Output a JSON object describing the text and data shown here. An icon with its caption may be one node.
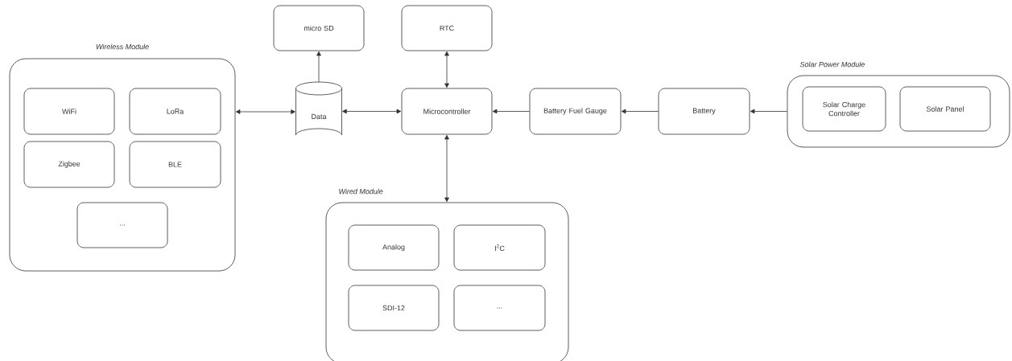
{
  "diagram": {
    "nodes": [
      {
        "text": [
          "Wireless Module"
        ]
      },
      {
        "text": [
          "WiFi"
        ],
        "in": 0
      },
      {
        "text": [
          "LoRa"
        ],
        "in": 0
      },
      {
        "text": [
          "Zigbee"
        ],
        "in": 0
      },
      {
        "text": [
          "BLE"
        ],
        "in": 0
      },
      {
        "text": [
          "..."
        ],
        "in": 0
      },
      {
        "text": [
          "micro SD"
        ]
      },
      {
        "text": [
          "RTC"
        ]
      },
      {
        "text": [
          "Data"
        ]
      },
      {
        "text": [
          "Microcontroller"
        ]
      },
      {
        "text": [
          "Battery Fuel Gauge"
        ]
      },
      {
        "text": [
          "Battery"
        ]
      },
      {
        "text": [
          "Solar Power Module"
        ]
      },
      {
        "text": [
          "Solar Charge Controller"
        ],
        "in": 12
      },
      {
        "text": [
          "Solar Panel"
        ],
        "in": 12
      },
      {
        "text": [
          "Wired Module"
        ]
      },
      {
        "text": [
          "Analog"
        ],
        "in": 15
      },
      {
        "text": [
          "I$^{2}$C"
        ],
        "in": 15
      },
      {
        "text": [
          "SDI-12"
        ],
        "in": 15
      },
      {
        "text": [
          "..."
        ],
        "in": 15
      }
    ],
    "edges": [
      {
        "from": 0,
        "to": 8,
        "arrow": "both"
      },
      {
        "from": 8,
        "to": 6,
        "arrow": "to"
      },
      {
        "from": 8,
        "to": 9,
        "arrow": "both"
      },
      {
        "from": 9,
        "to": 7,
        "arrow": "both"
      },
      {
        "from": 10,
        "to": 9,
        "arrow": "to"
      },
      {
        "from": 11,
        "to": 10,
        "arrow": "to"
      },
      {
        "from": 12,
        "to": 11,
        "arrow": "to"
      },
      {
        "from": 9,
        "to": 15,
        "arrow": "both"
      }
    ]
  }
}
